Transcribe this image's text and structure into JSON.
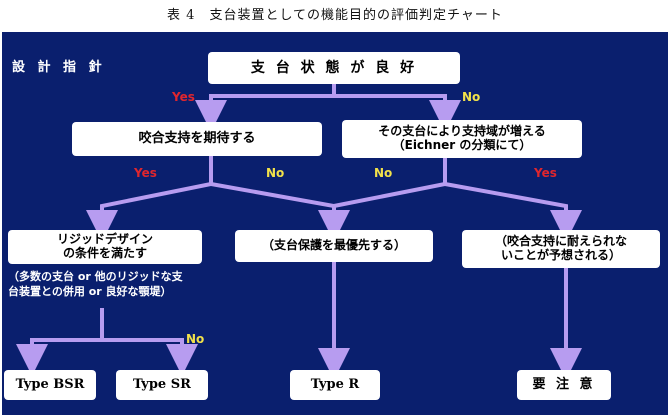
{
  "caption": "表 4　支台装置としての機能目的の評価判定チャート",
  "panel_title": "設 計 指 針",
  "nodes": {
    "root": "支 台 状 態 が 良 好",
    "q_left": "咬合支持を期待する",
    "q_right_1": "その支台により支持域が増える",
    "q_right_2": "（Eichner の分類にて）",
    "rigid_1": "リジッドデザイン",
    "rigid_2": "の条件を満たす",
    "protect": "（支台保護を最優先する）",
    "occl_1": "（咬合支持に耐えられな",
    "occl_2": "いことが予想される）",
    "type_bsr": "Type BSR",
    "type_sr": "Type SR",
    "type_r": "Type R",
    "caution": "要 注 意"
  },
  "note_lines": [
    "（多数の支台 or 他のリジッドな支",
    "台装置との併用 or 良好な顎堤）"
  ],
  "branch_labels": {
    "yes": "Yes",
    "no": "No"
  },
  "colors": {
    "panel": "#0a1f6e",
    "arrow": "#b79cf0",
    "yes": "#e0262e",
    "no": "#f2e14a"
  }
}
